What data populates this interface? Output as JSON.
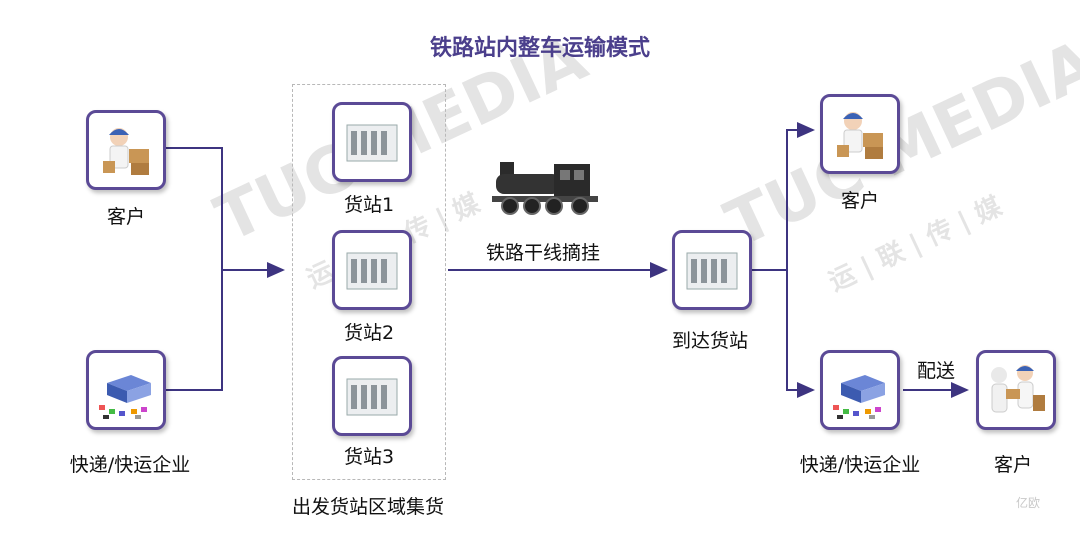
{
  "title": "铁路站内整车运输模式",
  "nodes": {
    "customer_left": {
      "label": "客户",
      "icon": "courier-with-boxes-icon"
    },
    "express_left": {
      "label": "快递/快运企业",
      "icon": "express-sorting-center-icon"
    },
    "station1": {
      "label": "货站1",
      "icon": "warehouse-icon"
    },
    "station2": {
      "label": "货站2",
      "icon": "warehouse-icon"
    },
    "station3": {
      "label": "货站3",
      "icon": "warehouse-icon"
    },
    "origin_area": {
      "label": "出发货站区域集货"
    },
    "rail_link": {
      "label": "铁路干线摘挂",
      "icon": "steam-locomotive-icon"
    },
    "arrival_station": {
      "label": "到达货站",
      "icon": "warehouse-icon"
    },
    "customer_right_top": {
      "label": "客户",
      "icon": "courier-with-boxes-icon"
    },
    "express_right": {
      "label": "快递/快运企业",
      "icon": "express-sorting-center-icon"
    },
    "delivery": {
      "label": "配送"
    },
    "customer_right_bottom": {
      "label": "客户",
      "icon": "delivery-handoff-icon"
    }
  },
  "watermark": {
    "latin": "TUC MEDIA",
    "chinese": "运 | 联 | 传 | 媒",
    "corner": "亿欧"
  },
  "colors": {
    "accent": "#4b3f8c",
    "line": "#3d3480",
    "border": "#5b4a96"
  }
}
